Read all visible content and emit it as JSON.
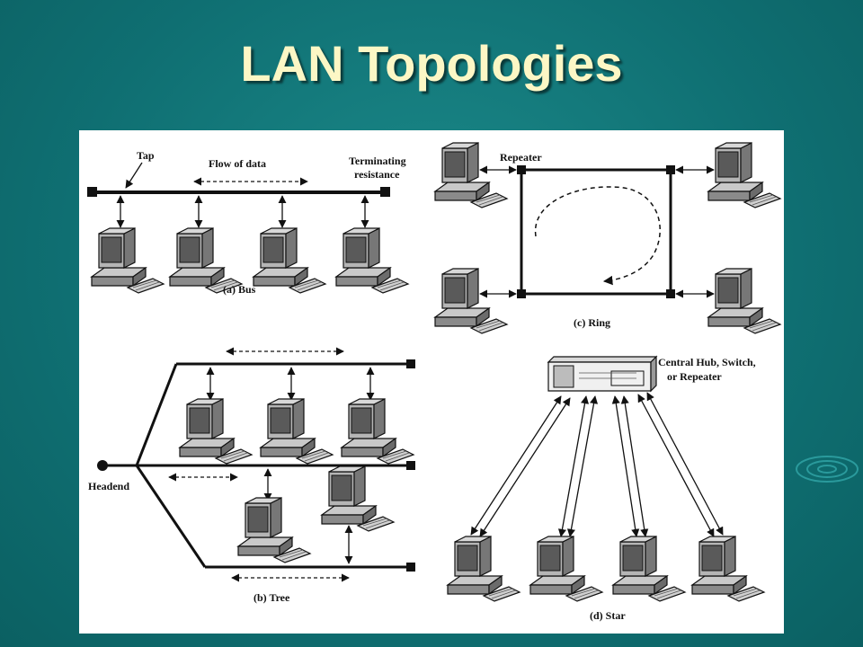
{
  "slide": {
    "title": "LAN Topologies"
  },
  "colors": {
    "background": "#147a7c",
    "title": "#fcf7c5",
    "figure_bg": "#ffffff",
    "ink": "#111111"
  },
  "diagram": {
    "bus": {
      "caption": "(a) Bus",
      "tap_label": "Tap",
      "flow_label": "Flow of data",
      "terminating_label_1": "Terminating",
      "terminating_label_2": "resistance",
      "computers": 4
    },
    "ring": {
      "caption": "(c) Ring",
      "repeater_label": "Repeater",
      "computers": 4
    },
    "tree": {
      "caption": "(b) Tree",
      "headend_label": "Headend",
      "computers": 5
    },
    "star": {
      "caption": "(d) Star",
      "hub_label_1": "Central Hub, Switch,",
      "hub_label_2": "or Repeater",
      "computers": 4
    }
  }
}
